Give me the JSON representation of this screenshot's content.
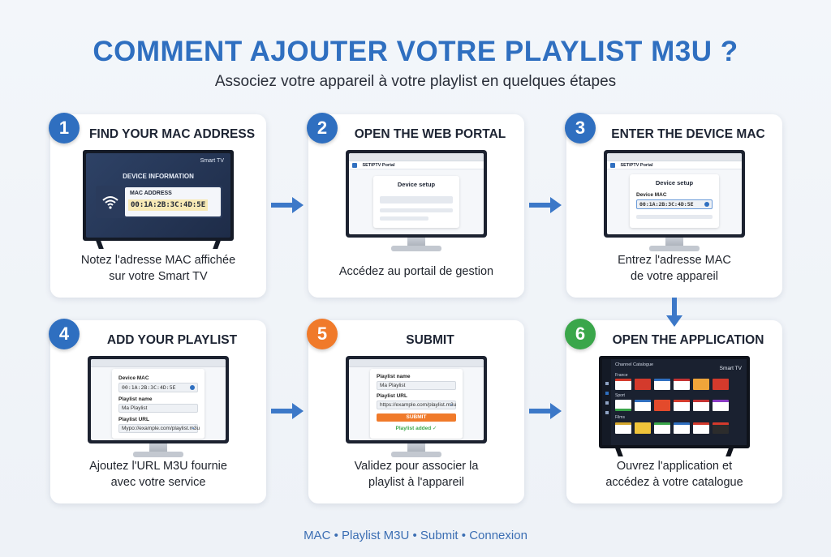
{
  "title": "COMMENT AJOUTER VOTRE PLAYLIST M3U ?",
  "subtitle": "Associez votre appareil à votre playlist en quelques étapes",
  "footer": "MAC • Playlist M3U • Submit • Connexion",
  "colors": {
    "accent_blue": "#2f6fc0",
    "step_orange": "#f07a2a",
    "step_green": "#3aa64a",
    "submit_orange": "#f07a2a"
  },
  "steps": [
    {
      "num": "1",
      "heading": "FIND YOUR MAC ADDRESS",
      "caption_line1": "Notez l'adresse MAC affichée",
      "caption_line2": "sur votre Smart TV"
    },
    {
      "num": "2",
      "heading": "OPEN THE WEB PORTAL",
      "caption_line1": "Accédez au portail de gestion",
      "caption_line2": ""
    },
    {
      "num": "3",
      "heading": "ENTER THE DEVICE MAC",
      "caption_line1": "Entrez l'adresse MAC",
      "caption_line2": "de votre appareil"
    },
    {
      "num": "4",
      "heading": "ADD YOUR PLAYLIST",
      "caption_line1": "Ajoutez l'URL M3U fournie",
      "caption_line2": "avec votre service"
    },
    {
      "num": "5",
      "heading": "SUBMIT",
      "caption_line1": "Validez pour associer la",
      "caption_line2": "playlist à l'appareil"
    },
    {
      "num": "6",
      "heading": "OPEN THE APPLICATION",
      "caption_line1": "Ouvrez l'application et",
      "caption_line2": "accédez à votre catalogue"
    }
  ],
  "tv1": {
    "brand": "Smart TV",
    "info_title": "DEVICE INFORMATION",
    "mac_label": "MAC ADDRESS",
    "mac_value": "00:1A:2B:3C:4D:5E"
  },
  "portal": {
    "app_name": "SETIPTV Portal",
    "device_setup": "Device setup"
  },
  "mac_form": {
    "label": "Device MAC",
    "value": "00:1A:2B:3C:4D:5E"
  },
  "playlist_form": {
    "mac_label": "Device MAC",
    "mac_value": "00:1A:2B:3C:4D:5E",
    "name_label": "Playlist name",
    "name_value": "Ma Playlist",
    "url_label": "Playlist URL",
    "url_value": "Mypo://example.com/playlist.m3u"
  },
  "submit_form": {
    "name_label": "Playlist name",
    "name_value": "Ma Playlist",
    "url_label": "Playlist URL",
    "url_value": "https://example.com/playlist.m3u",
    "button": "SUBMIT",
    "status": "Playlist added ✓"
  },
  "tv6": {
    "header": "Channel Catalogue",
    "brand": "Smart TV",
    "section1": "France",
    "section2": "Sport",
    "section3": "Films"
  }
}
